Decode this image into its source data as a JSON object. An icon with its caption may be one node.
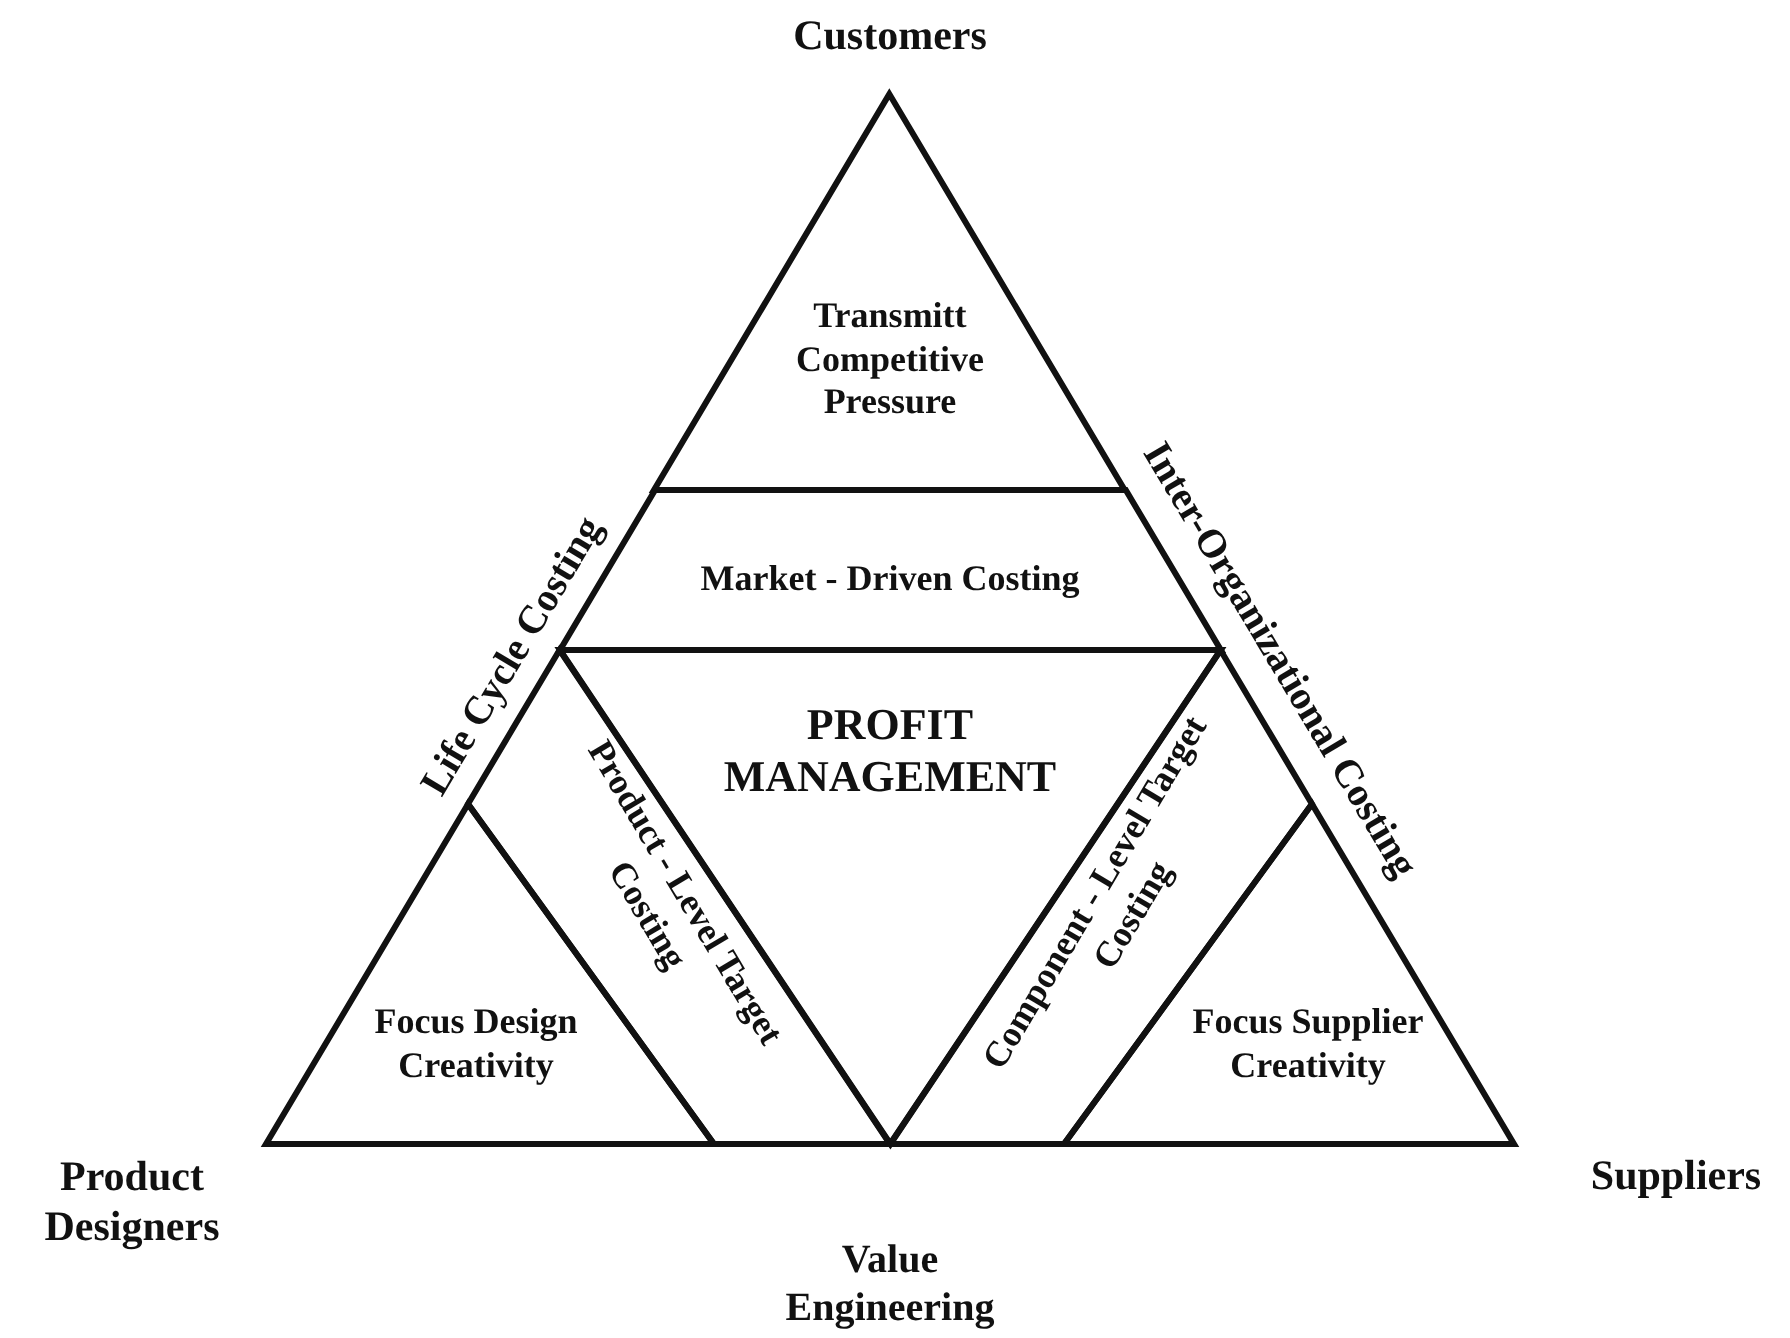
{
  "diagram": {
    "nodes": [
      {
        "text": [
          "Transmitt Competitive Pressure"
        ]
      },
      {
        "text": [
          "Market - Driven Costing"
        ]
      },
      {
        "text": [
          "PROFIT MANAGEMENT"
        ]
      },
      {
        "text": [
          "Focus Design Creativity"
        ]
      },
      {
        "text": [
          "Product - Level Target Costing"
        ]
      },
      {
        "text": [
          "Component - Level Target Costing"
        ]
      },
      {
        "text": [
          "Focus Supplier Creativity"
        ]
      }
    ],
    "labels": [
      "Customers",
      "Life Cycle Costing",
      "Inter-Organizational Costing",
      "Product Designers",
      "Suppliers",
      "Value Engineering"
    ]
  }
}
